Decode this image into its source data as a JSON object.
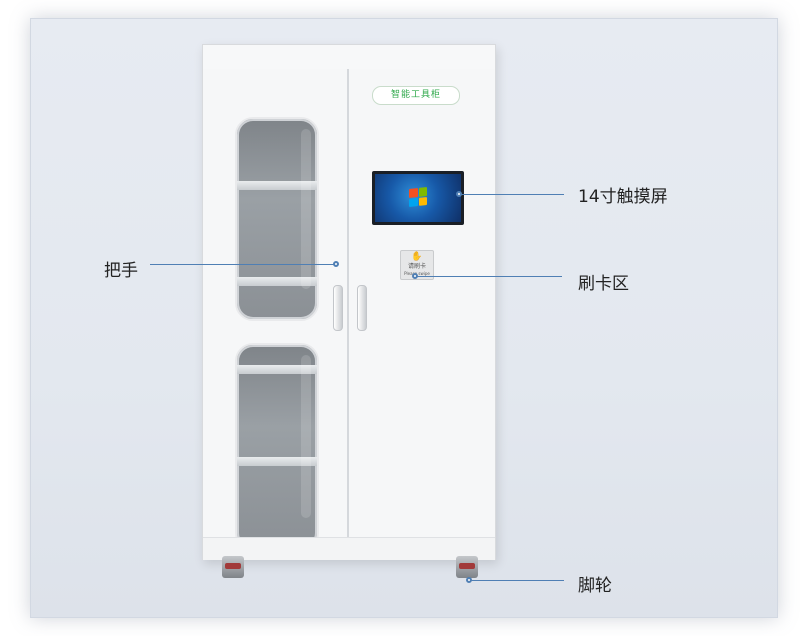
{
  "cabinet": {
    "brand_label": "智能工具柜",
    "card_reader_text": "请刷卡",
    "card_reader_subtext": "Please swipe",
    "icons": [
      "windows-logo",
      "card-swipe-icon"
    ]
  },
  "callouts": {
    "screen": "14寸触摸屏",
    "handle": "把手",
    "card_area": "刷卡区",
    "caster": "脚轮"
  },
  "colors": {
    "callout_line": "#4f7fb4",
    "brand_green": "#2ea84a",
    "panel_bg": "#e4e9f0"
  }
}
